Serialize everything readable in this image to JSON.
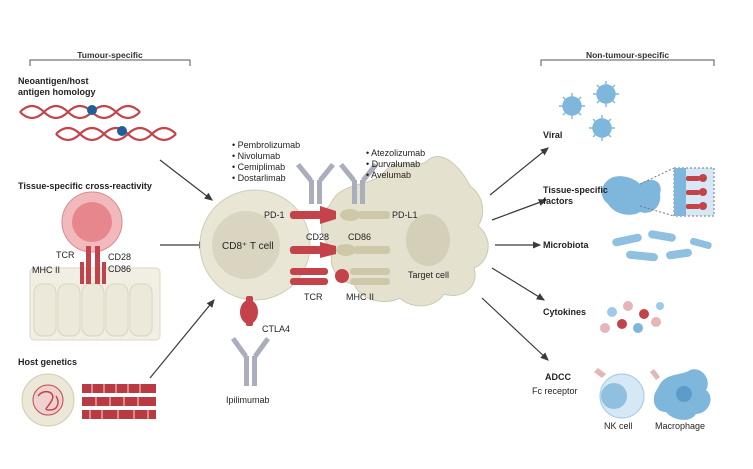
{
  "headers": {
    "left": "Tumour-specific",
    "right": "Non-tumour-specific"
  },
  "left_panels": {
    "neoantigen": "Neoantigen/host\nantigen homology",
    "tissue": "Tissue-specific cross-reactivity",
    "genetics": "Host genetics"
  },
  "tissue_labels": {
    "tcr": "TCR",
    "mhc2": "MHC II",
    "cd28": "CD28",
    "cd86": "CD86"
  },
  "pd1_drugs": [
    "Pembrolizumab",
    "Nivolumab",
    "Cemiplimab",
    "Dostarlimab"
  ],
  "pdl1_drugs": [
    "Atezolizumab",
    "Durvalumab",
    "Avelumab"
  ],
  "center": {
    "cell": "CD8⁺ T cell",
    "pd1": "PD-1",
    "pdl1": "PD-L1",
    "cd28": "CD28",
    "cd86": "CD86",
    "tcr": "TCR",
    "mhc2": "MHC II",
    "target": "Target cell",
    "ctla4": "CTLA4",
    "ipilimumab": "Ipilimumab"
  },
  "right_panels": {
    "viral": "Viral",
    "tissue_factors": "Tissue-specific\nfactors",
    "microbiota": "Microbiota",
    "cytokines": "Cytokines",
    "adcc": "ADCC",
    "fc_receptor": "Fc receptor",
    "nk_cell": "NK cell",
    "macrophage": "Macrophage"
  },
  "colors": {
    "red": "#c4434a",
    "grey_ab": "#a9adbc",
    "cell": "#e3e0cf",
    "blue": "#7fb6dc",
    "arrow": "#3a3a3a"
  }
}
